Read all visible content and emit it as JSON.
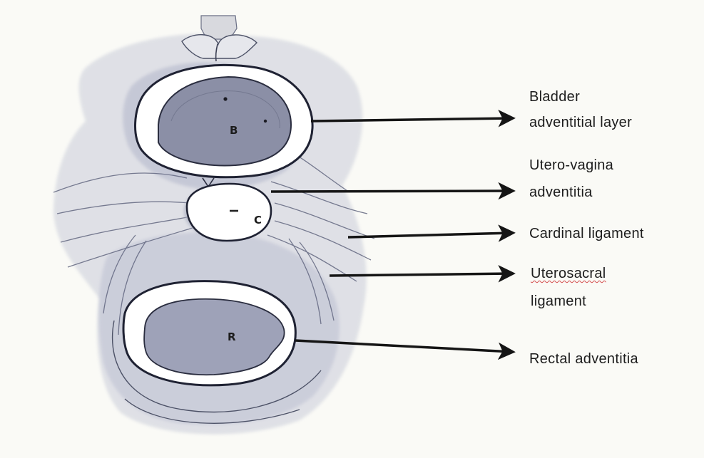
{
  "figure": {
    "labels": {
      "bladder_line1": "Bladder",
      "bladder_line2": "adventitial layer",
      "utero_line1": "Utero-vagina",
      "utero_line2": "adventitia",
      "cardinal": "Cardinal ligament",
      "uterosacral_line1": "Uterosacral",
      "uterosacral_line2": "ligament",
      "rectal": "Rectal adventitia"
    },
    "structure_letters": {
      "bladder": "B",
      "cervix": "C",
      "rectum": "R"
    }
  }
}
